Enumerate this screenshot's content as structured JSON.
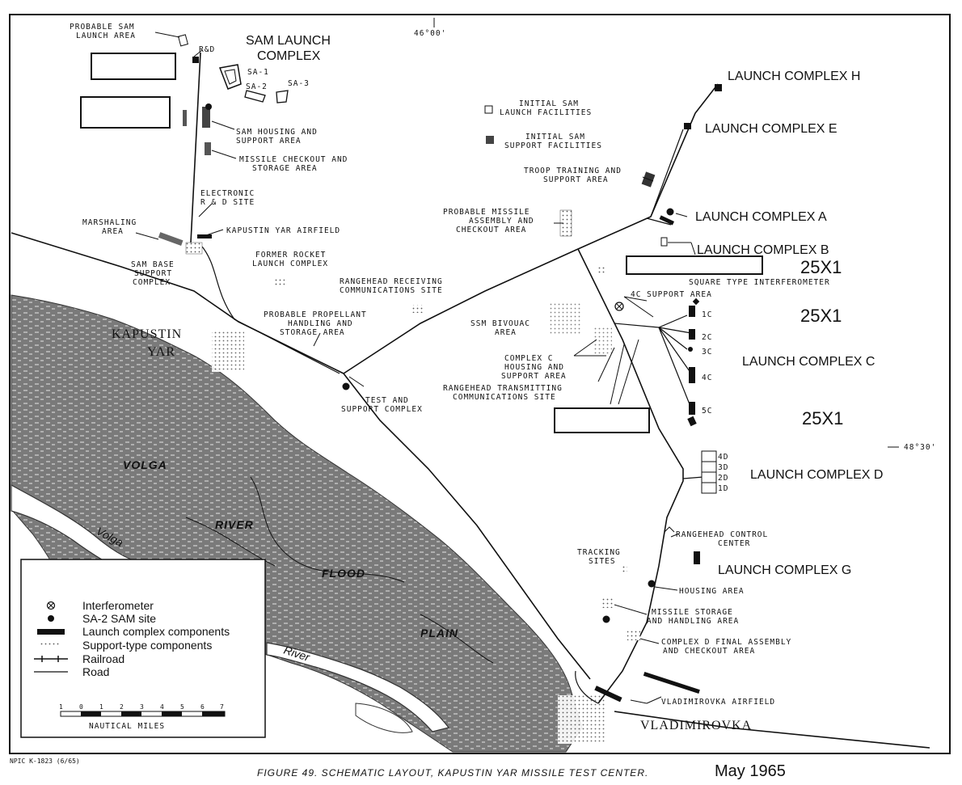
{
  "coordinates": {
    "top_lon": "46°00'",
    "right_lat": "48°30'"
  },
  "sam_complex": {
    "title_line1": "SAM LAUNCH",
    "title_line2": "COMPLEX",
    "probable_launch_line1": "PROBABLE SAM",
    "probable_launch_line2": "LAUNCH AREA",
    "rd": "R&D",
    "sa1": "SA-1",
    "sa2": "SA-2",
    "sa3": "SA-3",
    "housing_line1": "SAM HOUSING AND",
    "housing_line2": "SUPPORT AREA",
    "checkout_line1": "MISSILE CHECKOUT AND",
    "checkout_line2": "STORAGE AREA",
    "electronic_line1": "ELECTRONIC",
    "electronic_line2": "R & D SITE",
    "airfield": "KAPUSTIN YAR AIRFIELD",
    "marshaling_line1": "MARSHALING",
    "marshaling_line2": "AREA",
    "base_line1": "SAM BASE",
    "base_line2": "SUPPORT",
    "base_line3": "COMPLEX"
  },
  "west_labels": {
    "former_rocket_line1": "FORMER ROCKET",
    "former_rocket_line2": "LAUNCH COMPLEX",
    "propellant_line1": "PROBABLE PROPELLANT",
    "propellant_line2": "HANDLING AND",
    "propellant_line3": "STORAGE AREA",
    "receiving_line1": "RANGEHEAD RECEIVING",
    "receiving_line2": "COMMUNICATIONS SITE",
    "test_line1": "TEST AND",
    "test_line2": "SUPPORT COMPLEX"
  },
  "key_initial": {
    "facilities_line1": "INITIAL SAM",
    "facilities_line2": "LAUNCH FACILITIES",
    "support_line1": "INITIAL SAM",
    "support_line2": "SUPPORT FACILITIES"
  },
  "central_labels": {
    "troop_line1": "TROOP TRAINING AND",
    "troop_line2": "SUPPORT AREA",
    "assembly_line1": "PROBABLE MISSILE",
    "assembly_line2": "ASSEMBLY AND",
    "assembly_line3": "CHECKOUT AREA",
    "bivouac_line1": "SSM BIVOUAC",
    "bivouac_line2": "AREA",
    "complex_c_line1": "COMPLEX C",
    "complex_c_line2": "HOUSING AND",
    "complex_c_line3": "SUPPORT AREA",
    "transmitting_line1": "RANGEHEAD TRANSMITTING",
    "transmitting_line2": "COMMUNICATIONS SITE",
    "interferometer": "SQUARE TYPE INTERFEROMETER",
    "support_4c": "4C SUPPORT AREA"
  },
  "launch_complexes": {
    "h": "LAUNCH COMPLEX H",
    "e": "LAUNCH COMPLEX E",
    "a": "LAUNCH COMPLEX A",
    "b": "LAUNCH COMPLEX B",
    "c": "LAUNCH COMPLEX C",
    "d": "LAUNCH COMPLEX D",
    "g": "LAUNCH COMPLEX G"
  },
  "sites_c": [
    "1C",
    "2C",
    "3C",
    "4C",
    "5C"
  ],
  "sites_d": [
    "4D",
    "3D",
    "2D",
    "1D"
  ],
  "redactions": [
    "25X1",
    "25X1",
    "25X1"
  ],
  "south_labels": {
    "control_line1": "RANGEHEAD CONTROL",
    "control_line2": "CENTER",
    "tracking_line1": "TRACKING",
    "tracking_line2": "SITES",
    "housing": "HOUSING AREA",
    "storage_line1": "MISSILE STORAGE",
    "storage_line2": "AND HANDLING AREA",
    "final_line1": "COMPLEX D FINAL ASSEMBLY",
    "final_line2": "AND CHECKOUT AREA",
    "airfield": "VLADIMIROVKA AIRFIELD"
  },
  "places": {
    "kapustin_line1": "KAPUSTIN",
    "kapustin_line2": "YAR",
    "vladimirovka": "VLADIMIROVKA",
    "volga_caps": "VOLGA",
    "river_caps": "RIVER",
    "flood": "FLOOD",
    "plain": "PLAIN",
    "volga_italic": "Volga",
    "river_italic": "River"
  },
  "legend": {
    "items": [
      "Interferometer",
      "SA-2 SAM site",
      "Launch complex components",
      "Support-type components",
      "Railroad",
      "Road"
    ],
    "scale_numbers": [
      "1",
      "0",
      "1",
      "2",
      "3",
      "4",
      "5",
      "6",
      "7"
    ],
    "scale_unit": "NAUTICAL MILES"
  },
  "footer": {
    "doc_id": "NPIC K-1823 (6/65)",
    "caption": "FIGURE 49.  SCHEMATIC LAYOUT, KAPUSTIN YAR MISSILE TEST CENTER.",
    "date": "May 1965"
  }
}
